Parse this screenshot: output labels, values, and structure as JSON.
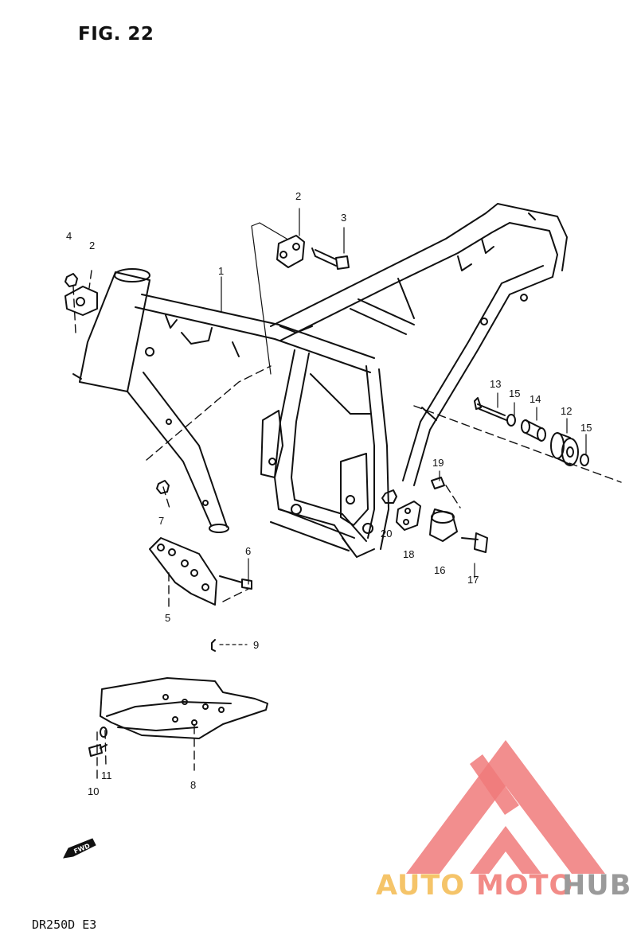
{
  "figure": {
    "title": "FIG. 22",
    "model_code": "DR250D  E3"
  },
  "callouts": {
    "c1": "1",
    "c2a": "2",
    "c2b": "2",
    "c3": "3",
    "c4": "4",
    "c5": "5",
    "c6": "6",
    "c7": "7",
    "c8": "8",
    "c9": "9",
    "c10": "10",
    "c11": "11",
    "c12": "12",
    "c13": "13",
    "c14": "14",
    "c15a": "15",
    "c15b": "15",
    "c16": "16",
    "c17": "17",
    "c18": "18",
    "c19": "19",
    "c20": "20"
  },
  "fwd_label": "FWD",
  "watermark": {
    "logo_text": "AUTOMOTOHUB",
    "part1": "AUTO",
    "part2": "MOTO",
    "part3": "HUB",
    "colors": {
      "logo": "#f07a7a",
      "auto": "#f5c469",
      "moto": "#f28b87",
      "hub": "#9a9a9a"
    }
  },
  "colors": {
    "line": "#111111",
    "background": "#ffffff"
  }
}
